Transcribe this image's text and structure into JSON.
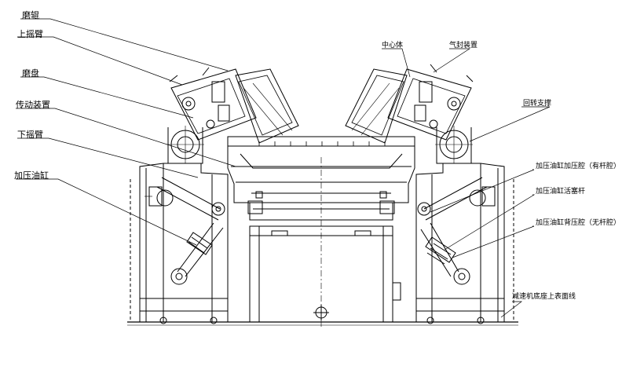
{
  "labels": {
    "mogun": "磨辊",
    "shangyaobi": "上摇臂",
    "mopan": "磨盘",
    "chuandong": "传动装置",
    "xiayaobi": "下摇臂",
    "jiaya_left": "加压油缸",
    "zhongzhou": "中心体",
    "qifeng": "气封装置",
    "huizhuan": "回转支撑",
    "yougang_you": "加压油缸加压腔（有杆腔）",
    "yougang_huosai": "加压油缸活塞杆",
    "yougang_wu": "加压油缸背压腔（无杆腔）",
    "jichu": "减速机底座上表面线"
  }
}
